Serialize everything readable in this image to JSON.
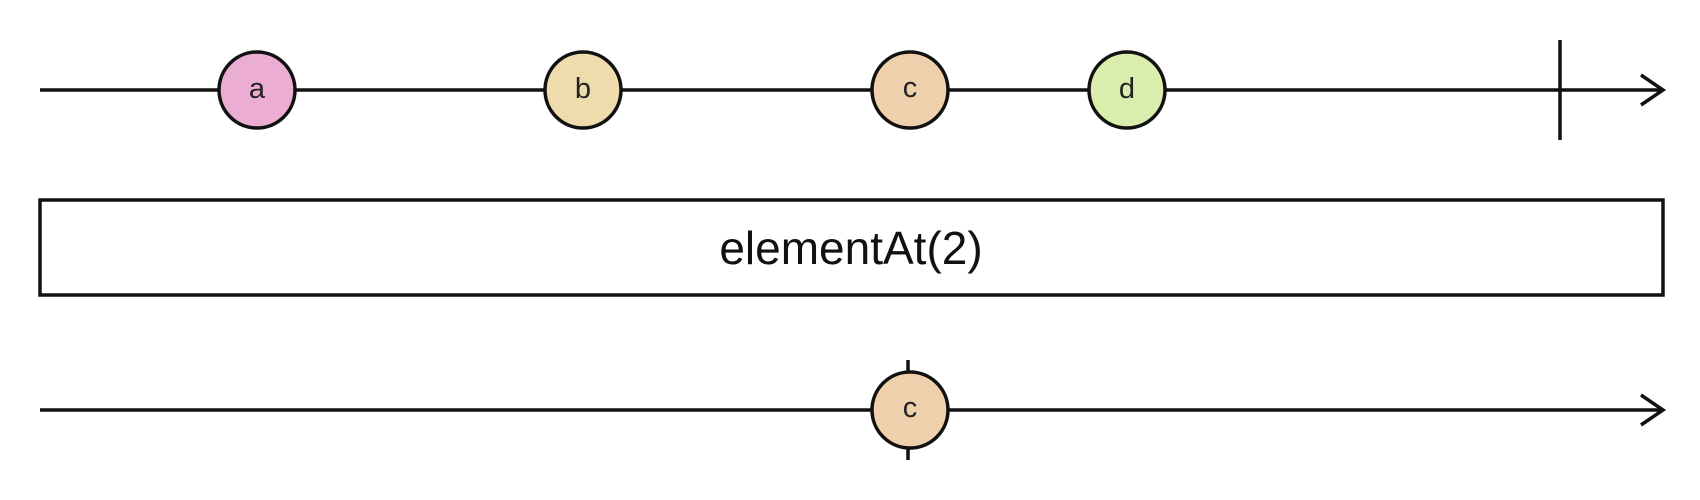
{
  "operator": {
    "label": "elementAt(2)"
  },
  "input": {
    "marbles": [
      {
        "label": "a",
        "color": "#EBADD4"
      },
      {
        "label": "b",
        "color": "#EEDCAD"
      },
      {
        "label": "c",
        "color": "#EED0AD"
      },
      {
        "label": "d",
        "color": "#D9EEAD"
      }
    ],
    "completes": true
  },
  "output": {
    "marbles": [
      {
        "label": "c",
        "color": "#EED0AD"
      }
    ],
    "completes": true
  }
}
